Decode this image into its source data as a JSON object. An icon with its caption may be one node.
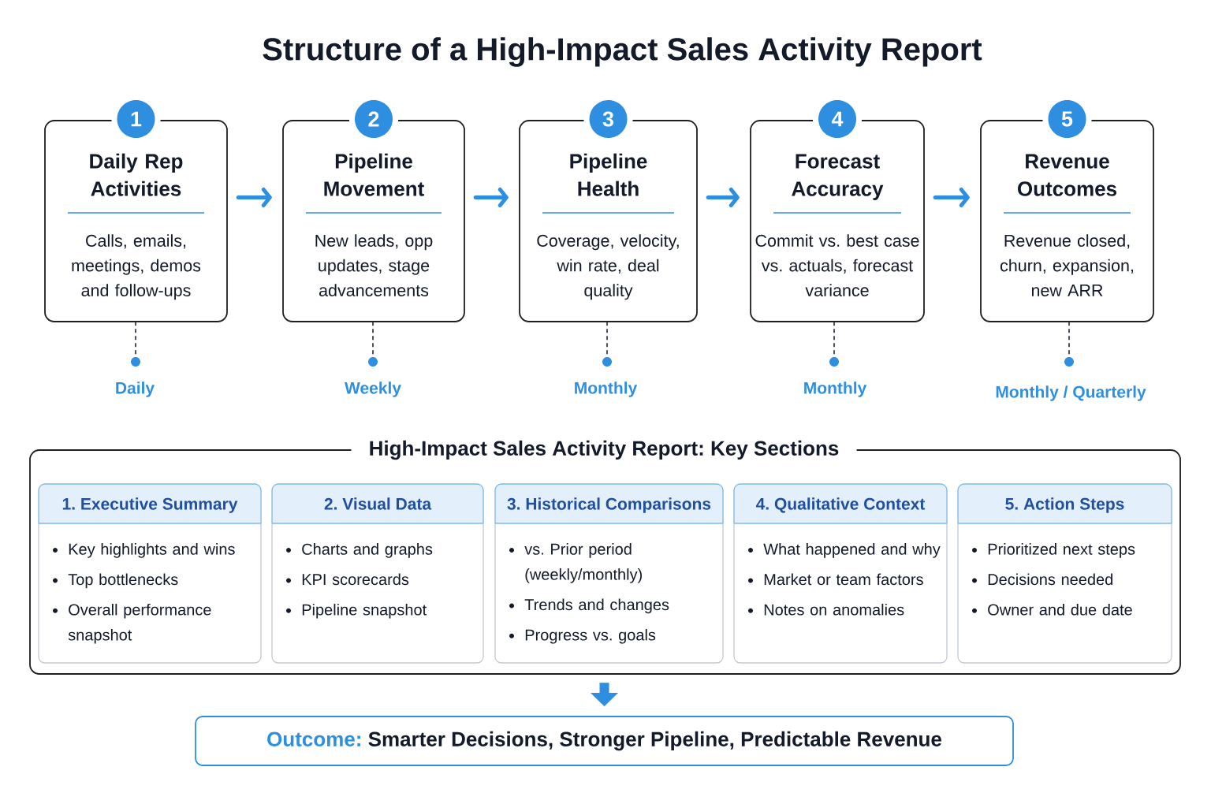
{
  "diagram": {
    "title": "Structure of a High-Impact Sales Activity Report",
    "nodes": [
      {
        "text": [
          "1",
          "Daily Rep Activities",
          "Calls, emails, meetings, demos and follow-ups"
        ]
      },
      {
        "text": [
          "2",
          "Pipeline Movement",
          "New leads, opp updates, stage advancements"
        ]
      },
      {
        "text": [
          "3",
          "Pipeline Health",
          "Coverage, velocity, win rate, deal quality"
        ]
      },
      {
        "text": [
          "4",
          "Forecast Accuracy",
          "Commit vs. best case vs. actuals, forecast variance"
        ]
      },
      {
        "text": [
          "5",
          "Revenue Outcomes",
          "Revenue closed, churn, expansion, new ARR"
        ]
      },
      {
        "text": [],
        "shape": "circle",
        "beside": [
          "Daily"
        ]
      },
      {
        "text": [],
        "shape": "circle",
        "beside": [
          "Weekly"
        ]
      },
      {
        "text": [],
        "shape": "circle",
        "beside": [
          "Monthly"
        ]
      },
      {
        "text": [],
        "shape": "circle",
        "beside": [
          "Monthly"
        ]
      },
      {
        "text": [],
        "shape": "circle",
        "beside": [
          "Monthly / Quarterly"
        ]
      },
      {
        "text": [
          "High-Impact Sales Activity Report: Key Sections"
        ]
      },
      {
        "text": [
          "1. Executive Summary",
          "Key highlights and wins",
          "Top bottlenecks",
          "Overall performance snapshot"
        ],
        "in": 10
      },
      {
        "text": [
          "2. Visual Data",
          "Charts and graphs",
          "KPI scorecards",
          "Pipeline snapshot"
        ],
        "in": 10
      },
      {
        "text": [
          "3. Historical Comparisons",
          "vs. Prior period (weekly/monthly)",
          "Trends and changes",
          "Progress vs. goals"
        ],
        "in": 10
      },
      {
        "text": [
          "4. Qualitative Context",
          "What happened and why",
          "Market or team factors",
          "Notes on anomalies"
        ],
        "in": 10
      },
      {
        "text": [
          "5. Action Steps",
          "Prioritized next steps",
          "Decisions needed",
          "Owner and due date"
        ],
        "in": 10
      },
      {
        "text": [
          "Outcome:",
          "Smarter Decisions, Stronger Pipeline, Predictable Revenue"
        ]
      }
    ],
    "edges": [
      {
        "from": 0,
        "to": 1,
        "arrow": "to",
        "style": "thick"
      },
      {
        "from": 1,
        "to": 2,
        "arrow": "to",
        "style": "thick"
      },
      {
        "from": 2,
        "to": 3,
        "arrow": "to",
        "style": "thick"
      },
      {
        "from": 3,
        "to": 4,
        "arrow": "to",
        "style": "thick"
      },
      {
        "from": 0,
        "to": 5,
        "arrow": "none",
        "style": "dashed",
        "color": "#1f2937"
      },
      {
        "from": 1,
        "to": 6,
        "arrow": "none",
        "style": "dashed",
        "color": "#1f2937"
      },
      {
        "from": 2,
        "to": 7,
        "arrow": "none",
        "style": "dashed",
        "color": "#1f2937"
      },
      {
        "from": 3,
        "to": 8,
        "arrow": "none",
        "style": "dashed",
        "color": "#1f2937"
      },
      {
        "from": 4,
        "to": 9,
        "arrow": "none",
        "style": "dashed",
        "color": "#1f2937"
      },
      {
        "from": 10,
        "to": 16,
        "arrow": "to",
        "style": "thick"
      }
    ]
  }
}
